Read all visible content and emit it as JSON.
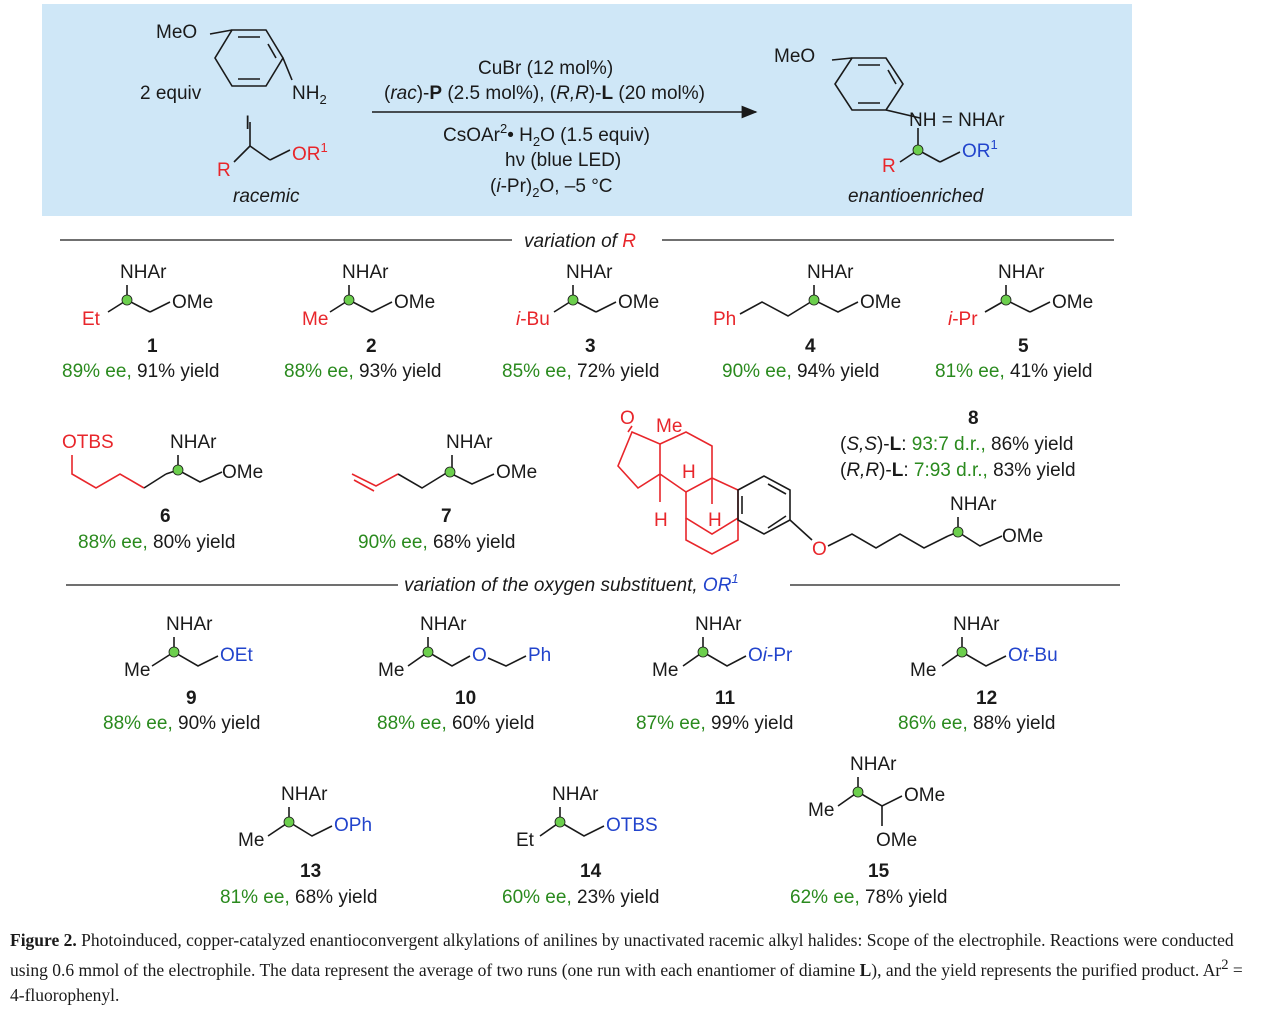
{
  "reaction": {
    "reagent_equiv": "2 equiv",
    "reagent_meo": "MeO",
    "reagent_nh2": "NH",
    "reagent_nh2_sub": "2",
    "substrate_i": "I",
    "substrate_r": "R",
    "substrate_or": "OR",
    "substrate_or_sup": "1",
    "substrate_label": "racemic",
    "cond_line1": "CuBr (12 mol%)",
    "cond_line2_a": "(",
    "cond_line2_rac": "rac",
    "cond_line2_b": ")-",
    "cond_line2_p": "P",
    "cond_line2_c": " (2.5 mol%), (",
    "cond_line2_rr": "R,R",
    "cond_line2_d": ")-",
    "cond_line2_l": "L",
    "cond_line2_e": " (20 mol%)",
    "cond_line3_a": "CsOAr",
    "cond_line3_sup": "2",
    "cond_line3_b": "• H",
    "cond_line3_sub": "2",
    "cond_line3_c": "O (1.5 equiv)",
    "cond_line4": "hν (blue LED)",
    "cond_line5_a": "(",
    "cond_line5_ipr": "i",
    "cond_line5_b": "-Pr)",
    "cond_line5_sub": "2",
    "cond_line5_c": "O, –5 °C",
    "product_meo": "MeO",
    "product_nh": "NH",
    "product_eq": " = NHAr",
    "product_r": "R",
    "product_or": "OR",
    "product_or_sup": "1",
    "product_label": "enantioenriched"
  },
  "sections": {
    "r_variation_a": "variation of ",
    "r_variation_b": "R",
    "o_variation_a": "variation of the oxygen substituent, ",
    "o_variation_b": "OR",
    "o_variation_sup": "1"
  },
  "common": {
    "nhar": "NHAr",
    "ome": "OMe"
  },
  "compounds": [
    {
      "num": "1",
      "ee": "89% ee,",
      "yield": " 91% yield",
      "r": "Et"
    },
    {
      "num": "2",
      "ee": "88% ee,",
      "yield": " 93% yield",
      "r": "Me"
    },
    {
      "num": "3",
      "ee": "85% ee,",
      "yield": " 72% yield",
      "r_i": "i",
      "r_rest": "-Bu"
    },
    {
      "num": "4",
      "ee": "90% ee,",
      "yield": " 94% yield",
      "r": "Ph"
    },
    {
      "num": "5",
      "ee": "81% ee,",
      "yield": " 41% yield",
      "r_i": "i",
      "r_rest": "-Pr"
    },
    {
      "num": "6",
      "ee": "88% ee,",
      "yield": " 80% yield",
      "r": "OTBS"
    },
    {
      "num": "7",
      "ee": "90% ee,",
      "yield": " 68% yield"
    },
    {
      "num": "8",
      "ss_a": "(",
      "ss": "S,S",
      "ss_b": ")-",
      "ss_l": "L",
      "ss_c": ": ",
      "ss_dr": "93:7 d.r.,",
      "ss_y": " 86% yield",
      "rr_a": "(",
      "rr": "R,R",
      "rr_b": ")-",
      "rr_l": "L",
      "rr_c": ": ",
      "rr_dr": "7:93 d.r.,",
      "rr_y": " 83% yield",
      "o_keto": "O",
      "me": "Me",
      "h": "H",
      "o_ether": "O"
    },
    {
      "num": "9",
      "ee": "88% ee,",
      "yield": " 90% yield",
      "me": "Me",
      "or": "OEt"
    },
    {
      "num": "10",
      "ee": "88% ee,",
      "yield": " 60% yield",
      "me": "Me",
      "o": "O",
      "ph": "Ph"
    },
    {
      "num": "11",
      "ee": "87% ee,",
      "yield": " 99% yield",
      "me": "Me",
      "o": "O",
      "i": "i",
      "rest": "-Pr"
    },
    {
      "num": "12",
      "ee": "86% ee,",
      "yield": " 88% yield",
      "me": "Me",
      "o": "O",
      "t": "t",
      "rest": "-Bu"
    },
    {
      "num": "13",
      "ee": "81% ee,",
      "yield": " 68% yield",
      "me": "Me",
      "or": "OPh"
    },
    {
      "num": "14",
      "ee": "60% ee,",
      "yield": " 23% yield",
      "et": "Et",
      "or": "OTBS"
    },
    {
      "num": "15",
      "ee": "62% ee,",
      "yield": " 78% yield",
      "me": "Me",
      "ome1": "OMe",
      "ome2": "OMe"
    }
  ],
  "caption": {
    "label": "Figure 2.",
    "text_a": " Photoinduced, copper-catalyzed enantioconvergent alkylations of anilines by unactivated racemic alkyl halides: Scope of the electrophile. Reactions were conducted using 0.6 mmol of the electrophile. The data represent the average of two runs (one run with each enantiomer of diamine ",
    "text_l": "L",
    "text_b": "), and the yield represents the purified product. Ar",
    "text_sup": "2",
    "text_c": " = 4-fluorophenyl."
  },
  "colors": {
    "box_bg": "#cfe7f7",
    "red": "#e8262b",
    "blue": "#2244cc",
    "green": "#2a8a1e",
    "stereo": "#6ccf4d"
  }
}
